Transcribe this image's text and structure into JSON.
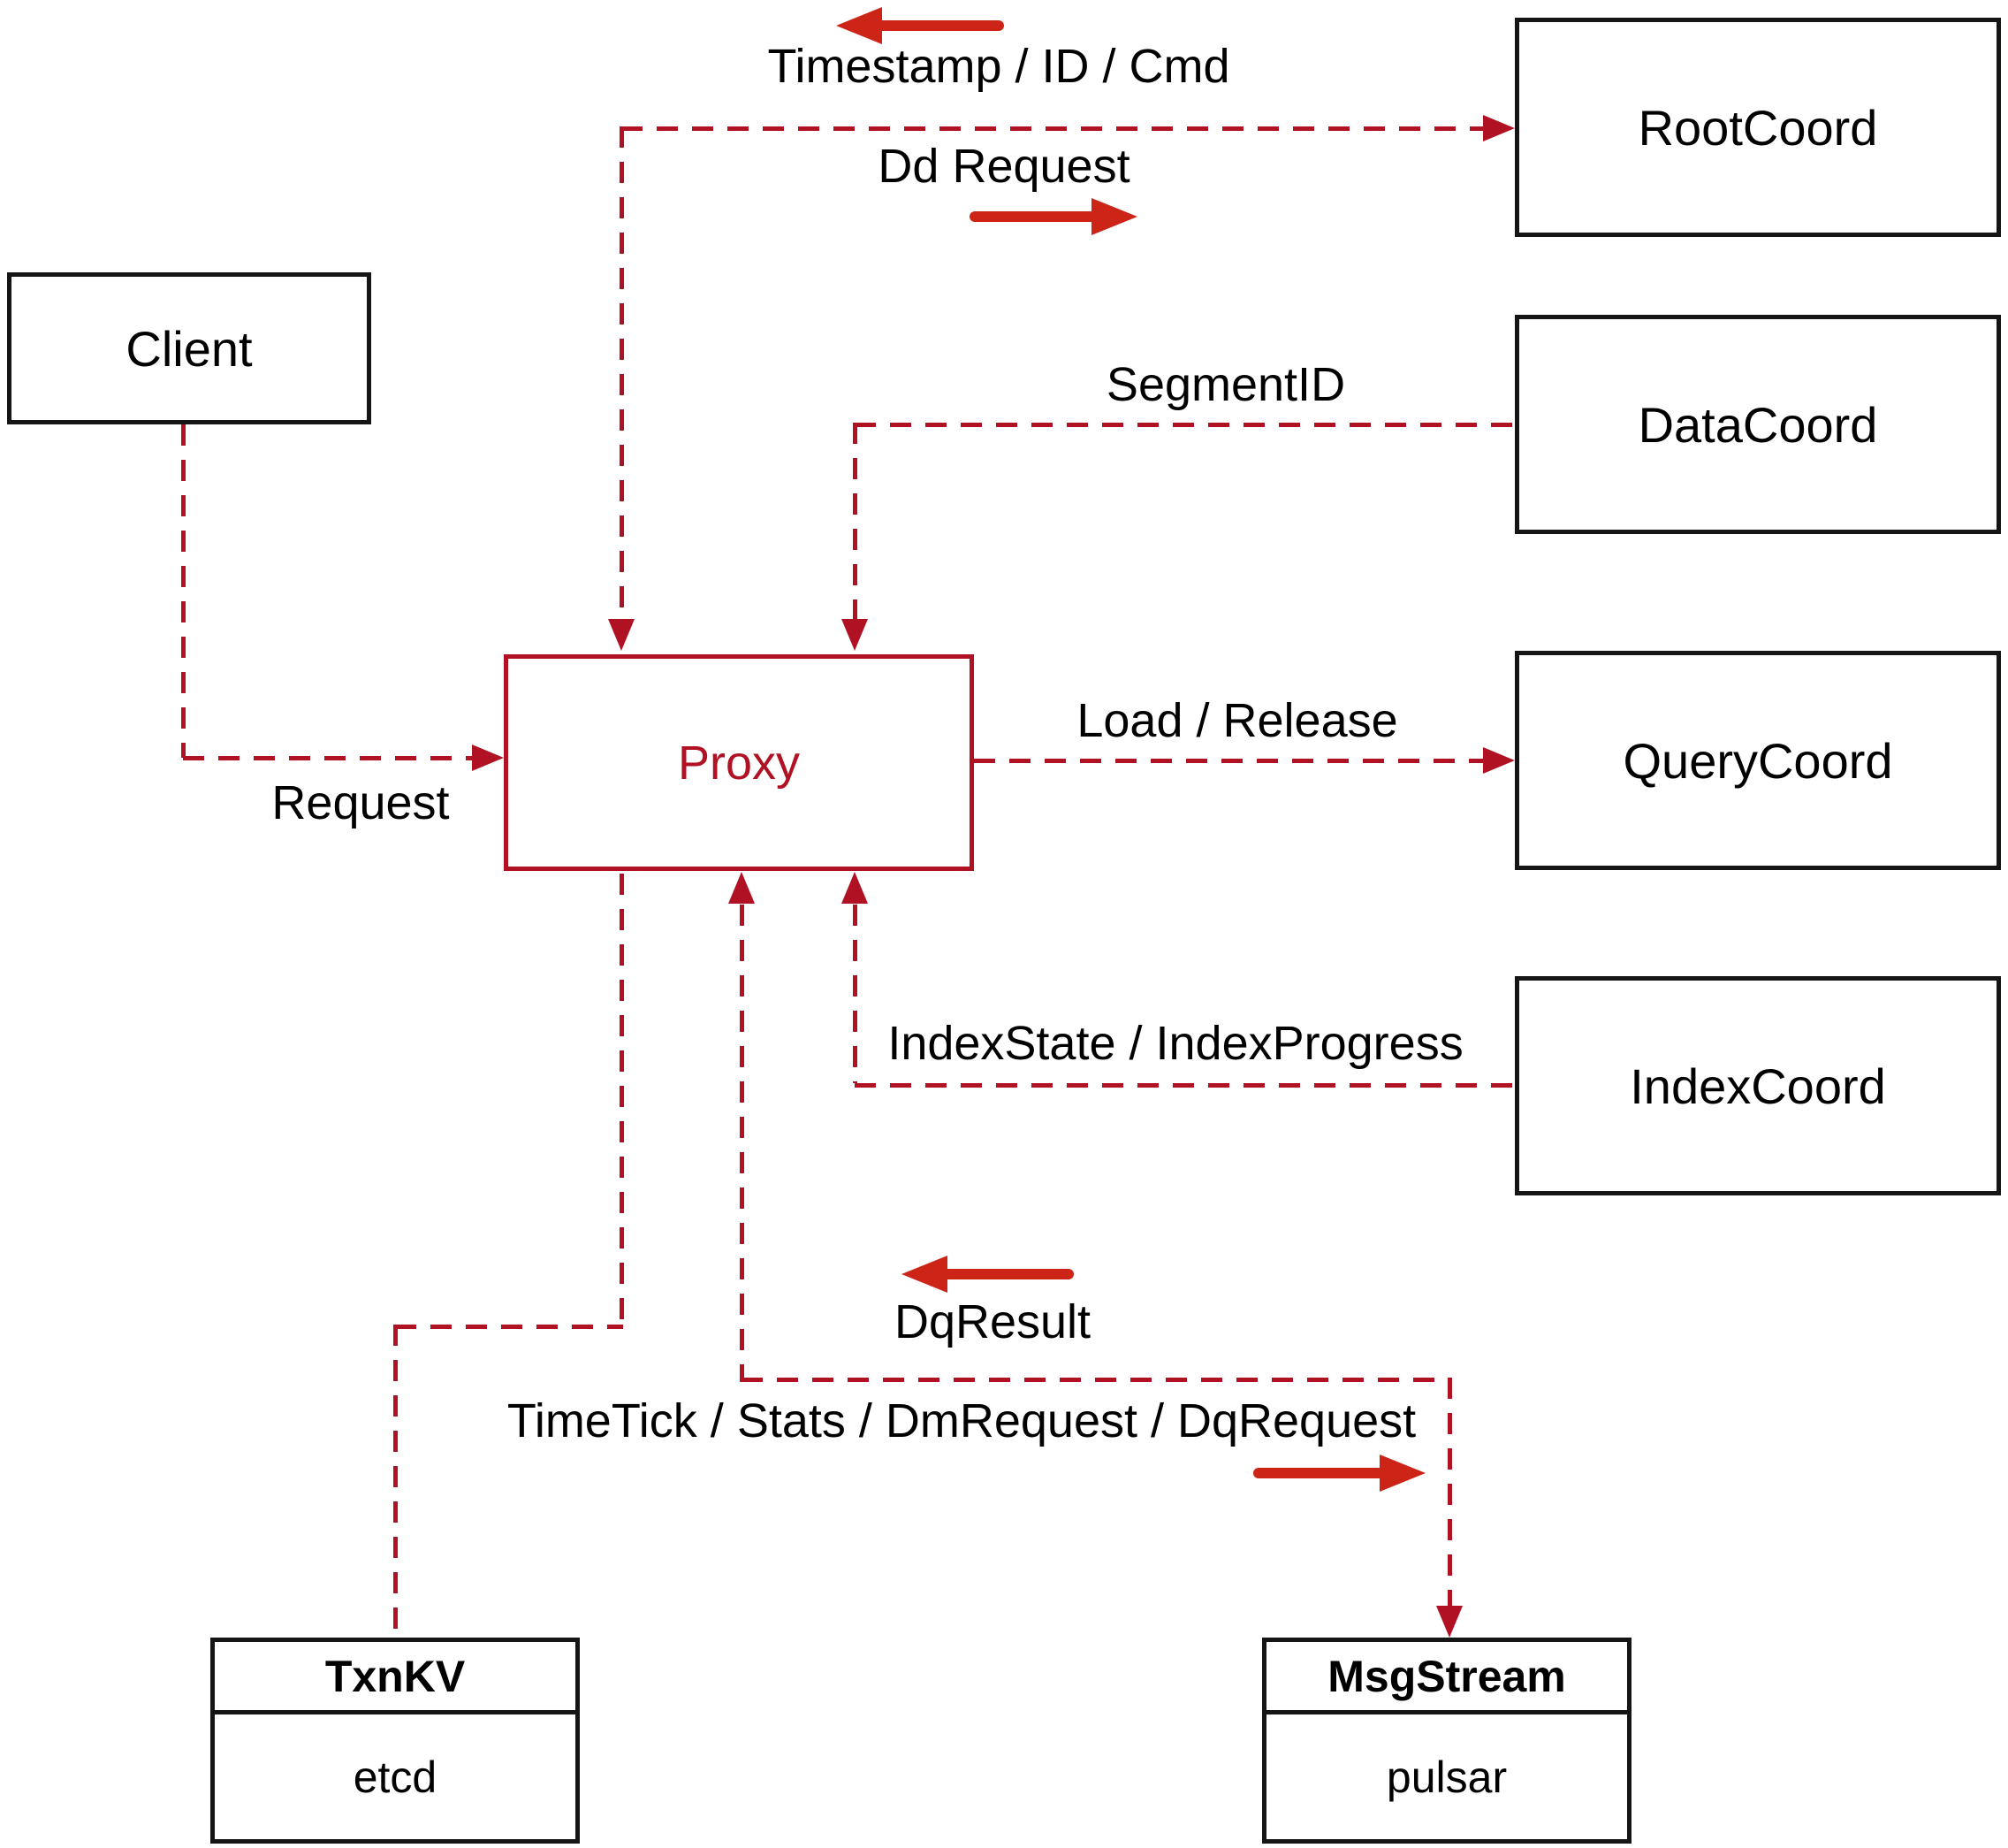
{
  "colors": {
    "line_red": "#b01224",
    "arrow_red": "#cc2517",
    "box_border": "#151515",
    "text": "#000000",
    "background": "#ffffff"
  },
  "nodes": {
    "client": {
      "label": "Client"
    },
    "proxy": {
      "label": "Proxy"
    },
    "rootcoord": {
      "label": "RootCoord"
    },
    "datacoord": {
      "label": "DataCoord"
    },
    "querycoord": {
      "label": "QueryCoord"
    },
    "indexcoord": {
      "label": "IndexCoord"
    },
    "txnkv": {
      "title": "TxnKV",
      "subtitle": "etcd"
    },
    "msgstream": {
      "title": "MsgStream",
      "subtitle": "pulsar"
    }
  },
  "edge_labels": {
    "timestamp": "Timestamp / ID / Cmd",
    "dd_request": "Dd Request",
    "segment_id": "SegmentID",
    "load_release": "Load / Release",
    "index_state": "IndexState / IndexProgress",
    "request": "Request",
    "dq_result": "DqResult",
    "timetick": "TimeTick / Stats / DmRequest / DqRequest"
  }
}
